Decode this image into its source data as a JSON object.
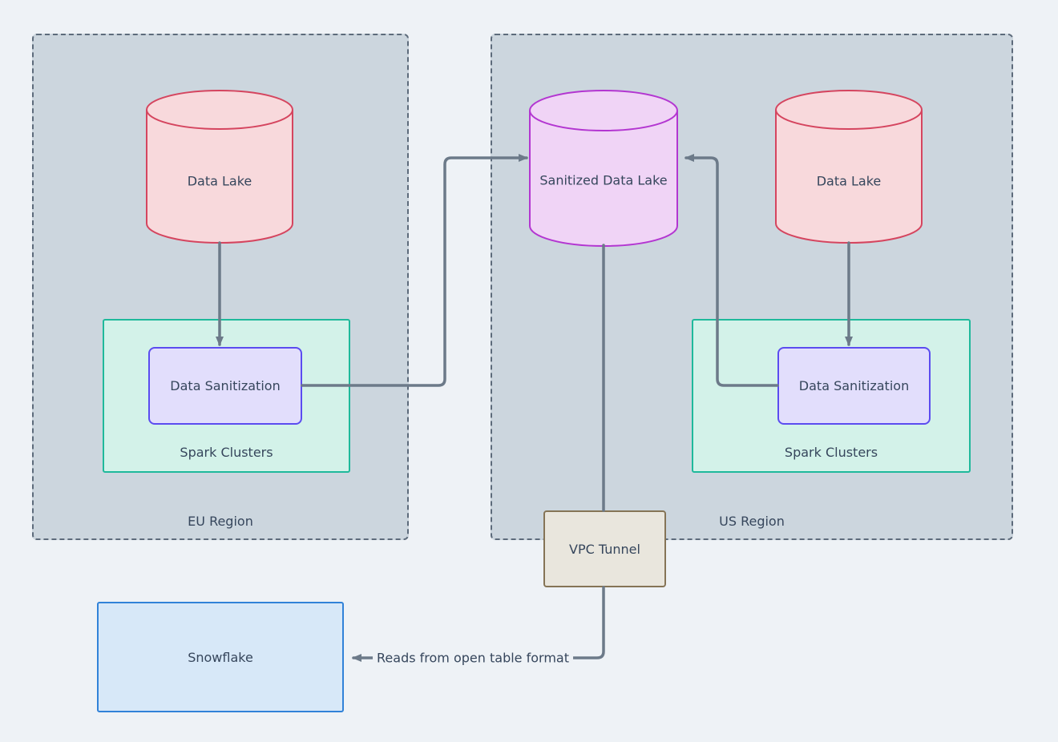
{
  "regions": [
    {
      "id": "eu",
      "label": "EU Region"
    },
    {
      "id": "us",
      "label": "US Region"
    }
  ],
  "nodes": {
    "eu_data_lake": {
      "type": "cylinder",
      "label": "Data Lake"
    },
    "sanitized_data_lake": {
      "type": "cylinder",
      "label": "Sanitized Data Lake"
    },
    "us_data_lake": {
      "type": "cylinder",
      "label": "Data Lake"
    },
    "eu_spark": {
      "type": "container",
      "label": "Spark Clusters"
    },
    "eu_sanitization": {
      "type": "process",
      "label": "Data Sanitization"
    },
    "us_spark": {
      "type": "container",
      "label": "Spark Clusters"
    },
    "us_sanitization": {
      "type": "process",
      "label": "Data Sanitization"
    },
    "vpc_tunnel": {
      "type": "box",
      "label": "VPC Tunnel"
    },
    "snowflake": {
      "type": "box",
      "label": "Snowflake"
    }
  },
  "edges": [
    {
      "from": "eu_data_lake",
      "to": "eu_sanitization",
      "arrow": true,
      "label": ""
    },
    {
      "from": "eu_sanitization",
      "to": "sanitized_data_lake",
      "arrow": true,
      "label": ""
    },
    {
      "from": "us_data_lake",
      "to": "us_sanitization",
      "arrow": true,
      "label": ""
    },
    {
      "from": "us_sanitization",
      "to": "sanitized_data_lake",
      "arrow": true,
      "label": ""
    },
    {
      "from": "sanitized_data_lake",
      "to": "vpc_tunnel",
      "arrow": false,
      "label": ""
    },
    {
      "from": "vpc_tunnel",
      "to": "snowflake",
      "arrow": true,
      "label": "Reads from open table format"
    }
  ],
  "colors": {
    "page_bg": "#eef2f6",
    "region_fill": "#ccd6de",
    "region_border": "#5d6b7b",
    "text": "#36465c",
    "arrow": "#6c7a89",
    "data_lake_fill": "#f8d9dc",
    "data_lake_stroke": "#d5455f",
    "sanitized_fill": "#f0d4f6",
    "sanitized_stroke": "#b336d1",
    "spark_fill": "#d3f2e9",
    "spark_stroke": "#1fb99b",
    "sanitization_fill": "#e2defc",
    "sanitization_stroke": "#5b4cf0",
    "vpc_fill": "#e9e6dd",
    "vpc_stroke": "#857456",
    "snowflake_fill": "#d7e8f8",
    "snowflake_stroke": "#3182d8"
  }
}
